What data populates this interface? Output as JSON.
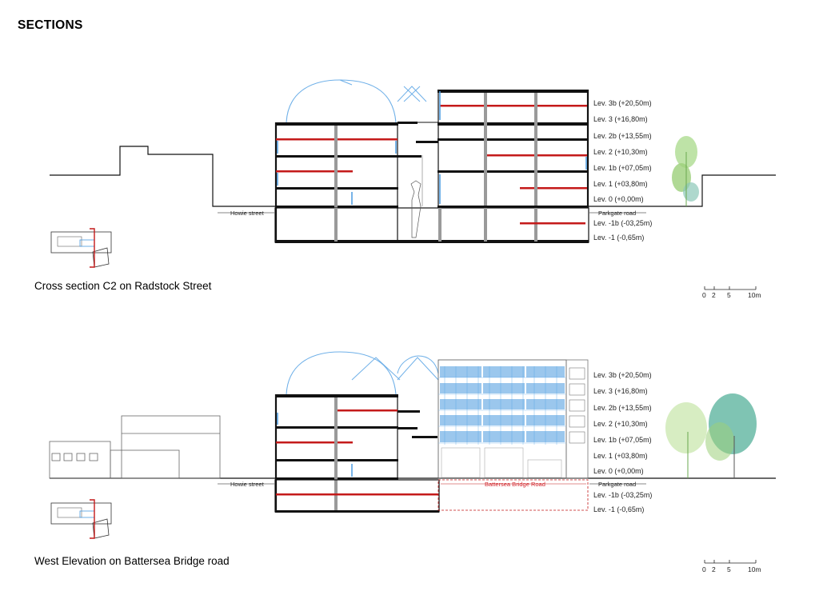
{
  "title": "SECTIONS",
  "colors": {
    "slab": "#111111",
    "red": "#c41a1a",
    "blue": "#4a9be0",
    "lightblue": "#8fc4ef",
    "grey": "#9a9a9a",
    "tree_a": "#9cd07a",
    "tree_b": "#3aa58a"
  },
  "section1": {
    "caption": "Cross section C2 on Radstock Street",
    "levels": [
      "Lev. 3b (+20,50m)",
      "Lev. 3 (+16,80m)",
      "Lev. 2b (+13,55m)",
      "Lev. 2 (+10,30m)",
      "Lev. 1b (+07,05m)",
      "Lev. 1 (+03,80m)",
      "Lev. 0 (+0,00m)",
      "Lev. -1b (-03,25m)",
      "Lev. -1 (-0,65m)"
    ],
    "streets": {
      "left": "Howie street",
      "right": "Parkgate road"
    }
  },
  "section2": {
    "caption": "West Elevation on Battersea Bridge road",
    "levels": [
      "Lev. 3b (+20,50m)",
      "Lev. 3 (+16,80m)",
      "Lev. 2b (+13,55m)",
      "Lev. 2 (+10,30m)",
      "Lev. 1b (+07,05m)",
      "Lev. 1 (+03,80m)",
      "Lev. 0 (+0,00m)",
      "Lev. -1b (-03,25m)",
      "Lev. -1 (-0,65m)"
    ],
    "streets": {
      "left": "Howie street",
      "middle": "Battersea Bridge Road",
      "right": "Parkgate road"
    }
  },
  "scalebar": {
    "ticks": [
      "0",
      "2",
      "5",
      "10m"
    ]
  }
}
